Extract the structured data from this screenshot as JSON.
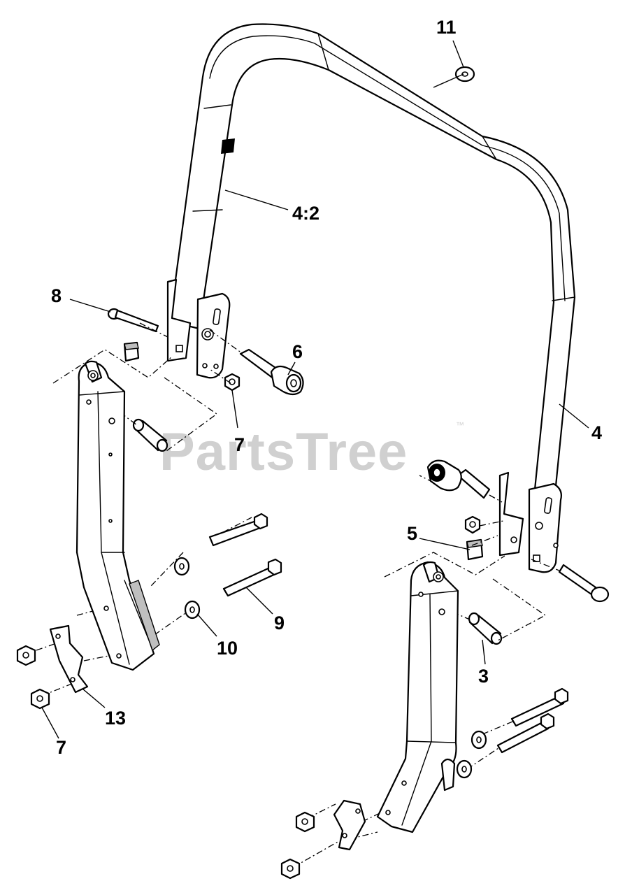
{
  "watermark": {
    "text": "PartsTree",
    "trademark": "™"
  },
  "callouts": {
    "c11": "11",
    "c4_2": "4:2",
    "c8": "8",
    "c6": "6",
    "c7_top": "7",
    "c4": "4",
    "c5": "5",
    "c9": "9",
    "c10": "10",
    "c3": "3",
    "c13": "13",
    "c7_bottom": "7"
  }
}
